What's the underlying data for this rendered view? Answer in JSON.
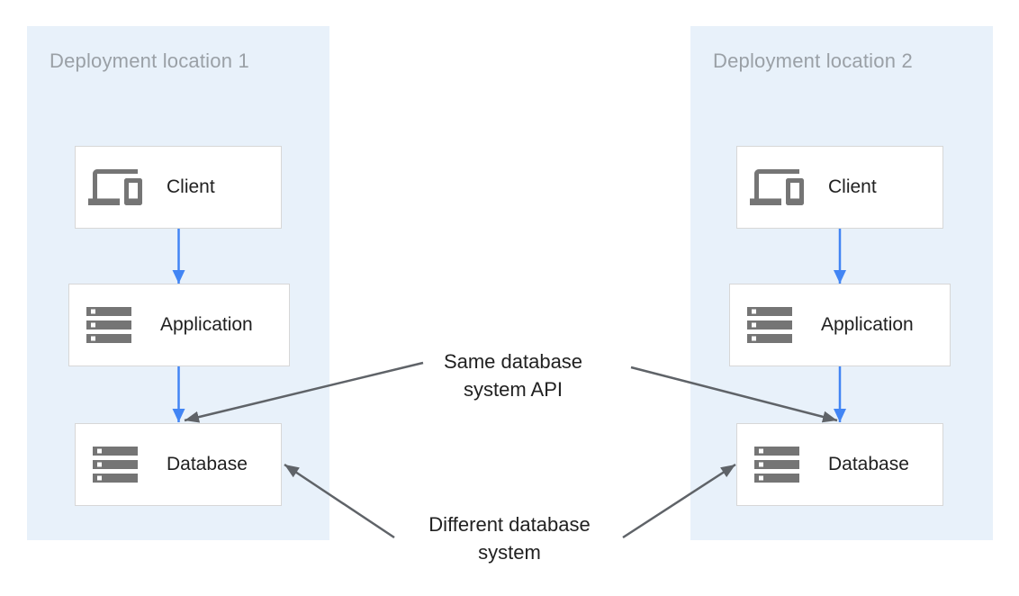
{
  "diagram": {
    "panels": [
      {
        "title": "Deployment location 1",
        "nodes": [
          {
            "label": "Client",
            "icon": "devices-icon"
          },
          {
            "label": "Application",
            "icon": "server-stack-icon"
          },
          {
            "label": "Database",
            "icon": "server-stack-icon"
          }
        ]
      },
      {
        "title": "Deployment location 2",
        "nodes": [
          {
            "label": "Client",
            "icon": "devices-icon"
          },
          {
            "label": "Application",
            "icon": "server-stack-icon"
          },
          {
            "label": "Database",
            "icon": "server-stack-icon"
          }
        ]
      }
    ],
    "annotations": {
      "same_api": {
        "line1": "Same database",
        "line2": "system API"
      },
      "different": {
        "line1": "Different database",
        "line2": "system"
      }
    },
    "colors": {
      "panel_bg": "#e8f1fa",
      "box_border": "#d7d7d7",
      "icon_gray": "#757575",
      "arrow_blue": "#4285f4",
      "arrow_gray": "#5f6368",
      "title_gray": "#9aa0a6",
      "label_text": "#212121"
    }
  }
}
